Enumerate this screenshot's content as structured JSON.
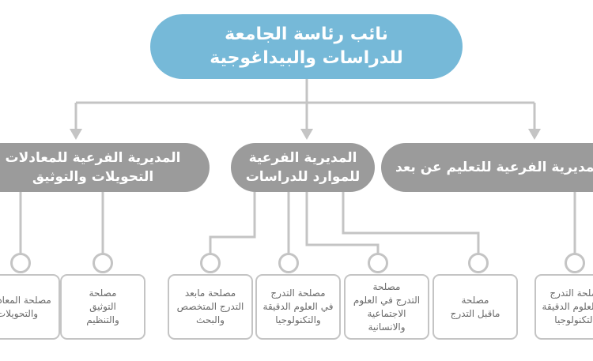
{
  "top": {
    "line1": "نائب رئاسة الجامعة",
    "line2": "للدراسات والبيداغوجية"
  },
  "directorates": {
    "left": {
      "line1": "المديرية الفرعية للمعادلات",
      "line2": "التحويلات والتوثيق"
    },
    "center": {
      "line1": "المديرية الفرعية",
      "line2": "للموارد للدراسات"
    },
    "right": {
      "line1": "المديرية الفرعية للتعليم عن بعد"
    }
  },
  "services": [
    {
      "line1": "مصلحة المعادلات",
      "line2": "والتحويلات"
    },
    {
      "line1": "مصلحة",
      "line2": "التوثيق",
      "line3": "والتنظيم"
    },
    {
      "line1": "مصلحة مابعد",
      "line2": "التدرج المتخصص",
      "line3": "والبحث"
    },
    {
      "line1": "مصلحة التدرج",
      "line2": "في العلوم الدقيقة",
      "line3": "والتكنولوجيا"
    },
    {
      "line1": "مصلحة",
      "line2": "التدرج في العلوم",
      "line3": "الاجتماعية",
      "line4": "والانسانية"
    },
    {
      "line1": "مصلحة",
      "line2": "ماقبل التدرج"
    },
    {
      "line1": "مصلحة التدرج",
      "line2": "في العلوم الدقيقة",
      "line3": "والتكنولوجيا"
    }
  ],
  "colors": {
    "top_box": "#76b9d8",
    "directorate_box": "#9b9b9b",
    "connector": "#c4c4c4",
    "service_text": "#6a6a6a"
  }
}
